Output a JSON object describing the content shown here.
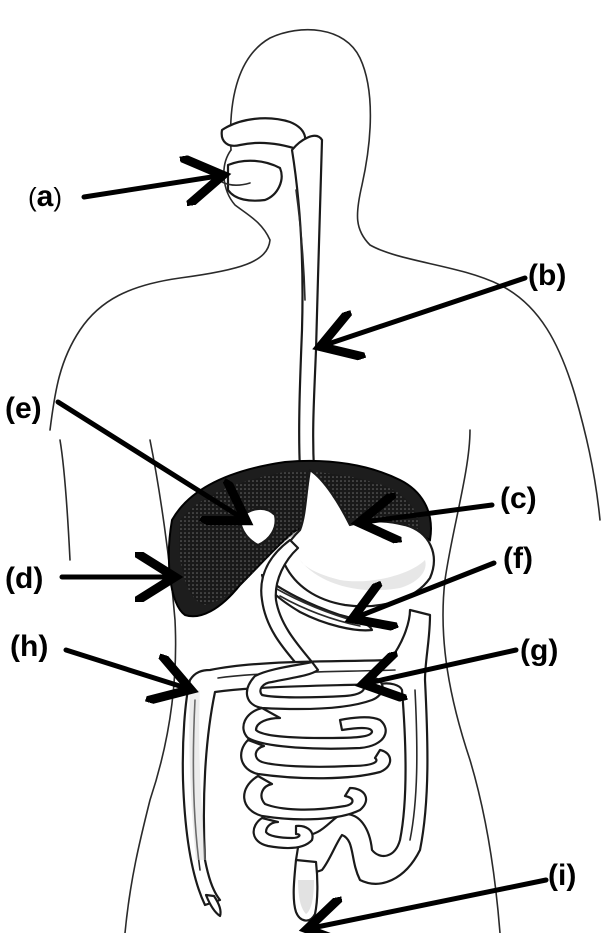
{
  "labels": {
    "a": "a",
    "b": "(b)",
    "c": "(c)",
    "d": "(d)",
    "e": "(e)",
    "f": "(f)",
    "g": "(g)",
    "h": "(h)",
    "i": "(i)",
    "paren_open": "(",
    "paren_close": ")"
  },
  "colors": {
    "line": "#000000",
    "liver": "#1d1d1d",
    "background": "#ffffff"
  }
}
